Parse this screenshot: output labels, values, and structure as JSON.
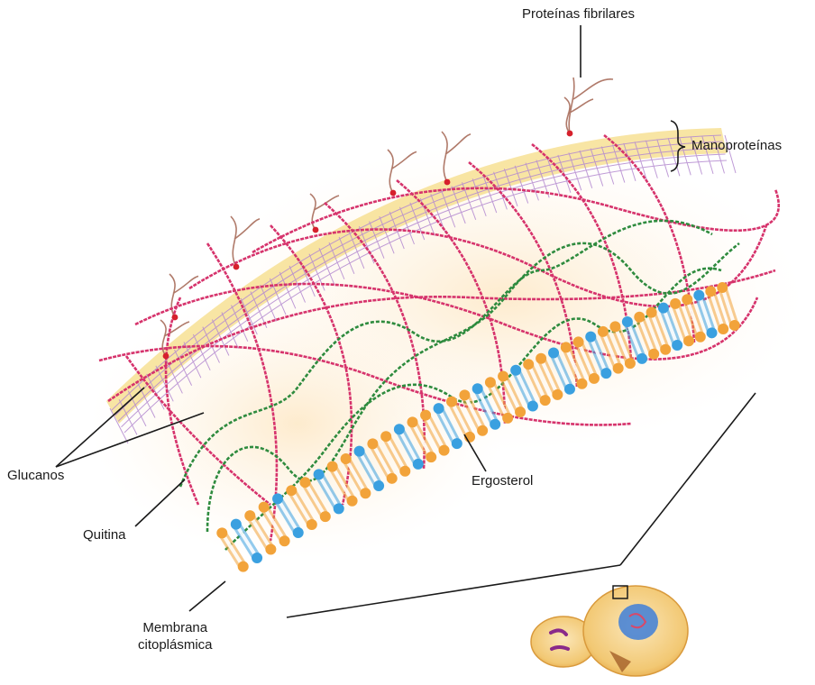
{
  "labels": {
    "proteinas_fibrilares": "Proteínas fibrilares",
    "manoproteinas": "Manoproteínas",
    "glucanos": "Glucanos",
    "ergosterol": "Ergosterol",
    "quitina": "Quitina",
    "membrana_line1": "Membrana",
    "membrana_line2": "citoplásmica"
  },
  "colors": {
    "glucan_strands": "#d6336c",
    "chitin_strands": "#2e8b3e",
    "mannoprotein_mesh": "#b48ad0",
    "outer_band": "#f3d67a",
    "phospholipid_orange": "#f2a33a",
    "phospholipid_blue": "#3aa0e0",
    "fibrillar_protein": "#b07a6a",
    "cell_body": "#f4c66a",
    "nucleus": "#3f7fd8"
  }
}
